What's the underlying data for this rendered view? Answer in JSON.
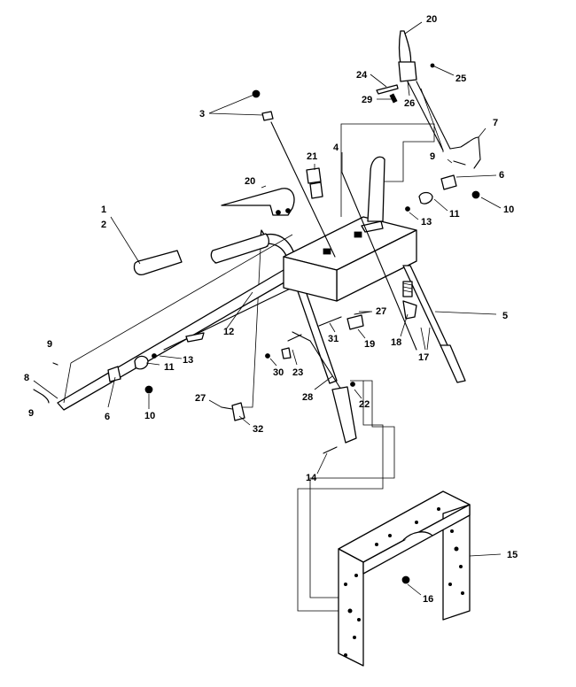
{
  "callouts": [
    {
      "key": "c1",
      "text": "1"
    },
    {
      "key": "c2",
      "text": "2"
    },
    {
      "key": "c3",
      "text": "3"
    },
    {
      "key": "c4",
      "text": "4"
    },
    {
      "key": "c5",
      "text": "5"
    },
    {
      "key": "c6a",
      "text": "6"
    },
    {
      "key": "c6b",
      "text": "6"
    },
    {
      "key": "c7",
      "text": "7"
    },
    {
      "key": "c8",
      "text": "8"
    },
    {
      "key": "c9a",
      "text": "9"
    },
    {
      "key": "c9b",
      "text": "9"
    },
    {
      "key": "c9c",
      "text": "9"
    },
    {
      "key": "c10a",
      "text": "10"
    },
    {
      "key": "c10b",
      "text": "10"
    },
    {
      "key": "c11a",
      "text": "11"
    },
    {
      "key": "c11b",
      "text": "11"
    },
    {
      "key": "c12",
      "text": "12"
    },
    {
      "key": "c13a",
      "text": "13"
    },
    {
      "key": "c13b",
      "text": "13"
    },
    {
      "key": "c14",
      "text": "14"
    },
    {
      "key": "c15",
      "text": "15"
    },
    {
      "key": "c16",
      "text": "16"
    },
    {
      "key": "c17",
      "text": "17"
    },
    {
      "key": "c18",
      "text": "18"
    },
    {
      "key": "c19",
      "text": "19"
    },
    {
      "key": "c20a",
      "text": "20"
    },
    {
      "key": "c20b",
      "text": "20"
    },
    {
      "key": "c21",
      "text": "21"
    },
    {
      "key": "c22",
      "text": "22"
    },
    {
      "key": "c23",
      "text": "23"
    },
    {
      "key": "c24",
      "text": "24"
    },
    {
      "key": "c25",
      "text": "25"
    },
    {
      "key": "c26",
      "text": "26"
    },
    {
      "key": "c27a",
      "text": "27"
    },
    {
      "key": "c27b",
      "text": "27"
    },
    {
      "key": "c28",
      "text": "28"
    },
    {
      "key": "c29",
      "text": "29"
    },
    {
      "key": "c30",
      "text": "30"
    },
    {
      "key": "c31",
      "text": "31"
    },
    {
      "key": "c32",
      "text": "32"
    }
  ]
}
